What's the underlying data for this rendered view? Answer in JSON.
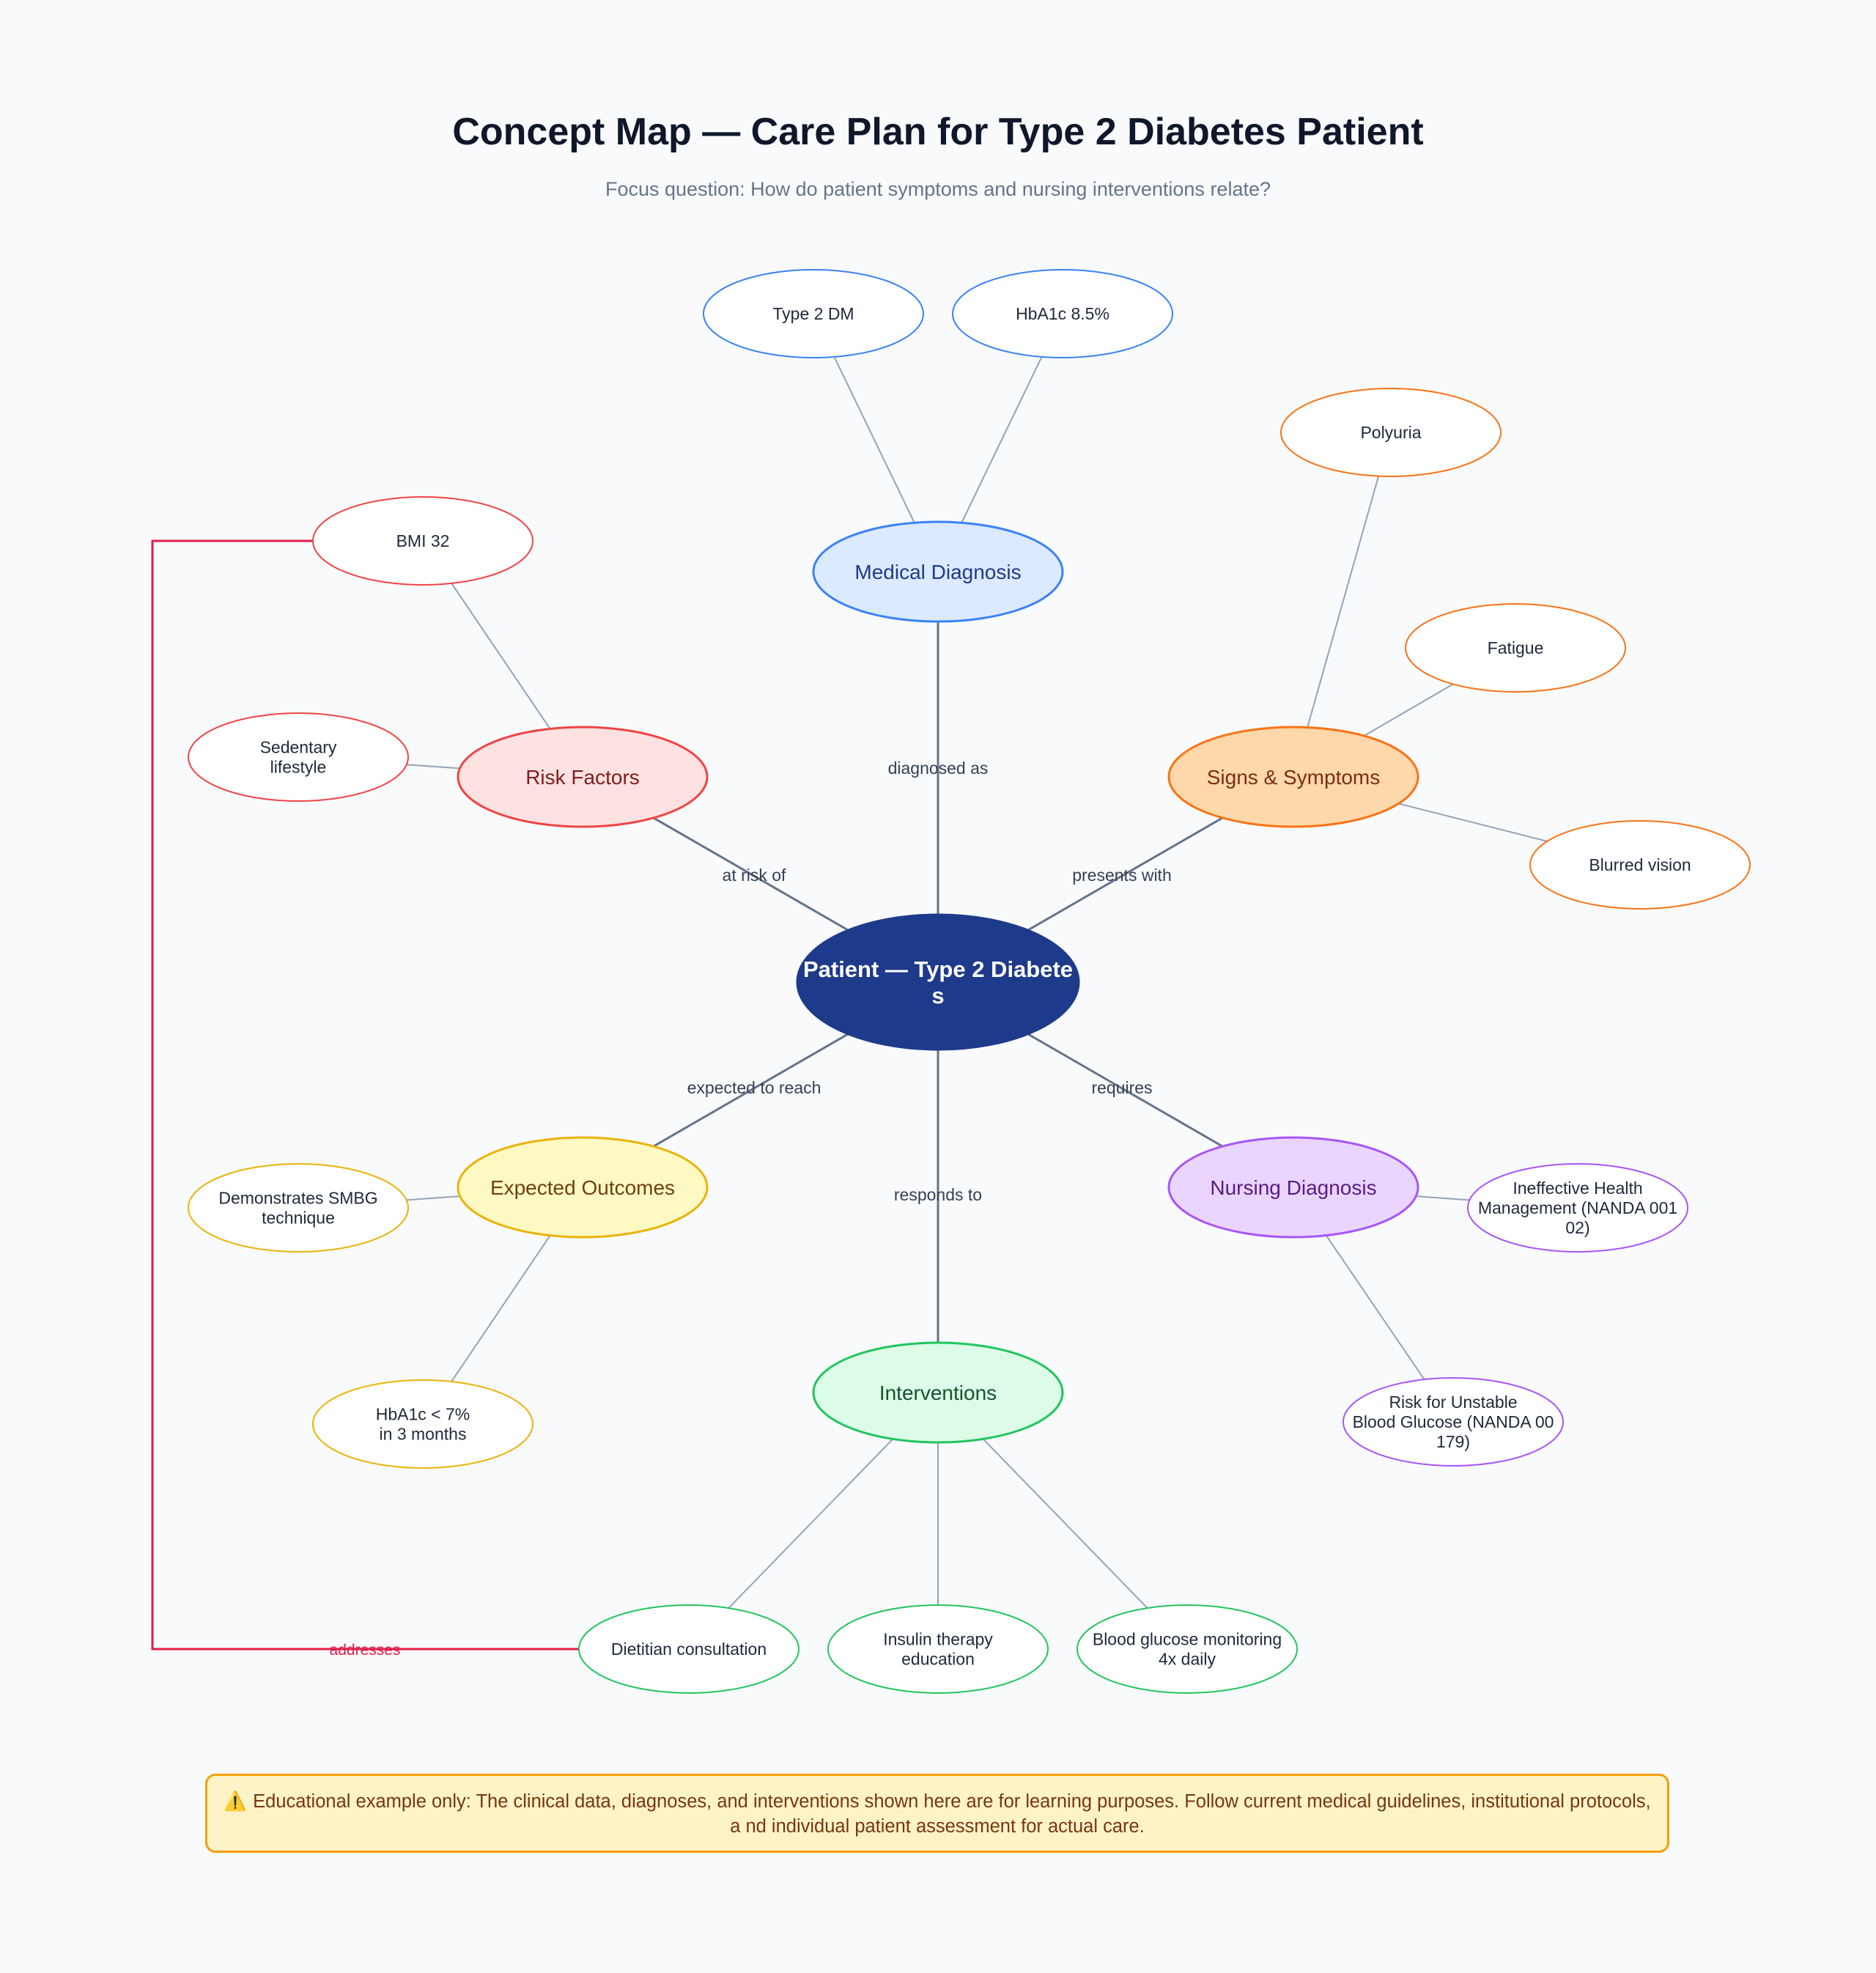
{
  "title": "Concept Map — Care Plan for Type 2 Diabetes Patient",
  "subtitle": "Focus question: How do patient symptoms and nursing interventions relate?",
  "center": {
    "label_lines": [
      "Patient — Type 2 Diabete",
      "s"
    ],
    "fill": "#1e3a8a",
    "stroke": "#1e3a8a",
    "text_color": "#ffffff"
  },
  "categories": [
    {
      "id": "medical-diagnosis",
      "label": "Medical Diagnosis",
      "link_label": "diagnosed as",
      "fill": "#dbeafe",
      "stroke": "#3b82f6",
      "text_color": "#1e3a8a",
      "children": [
        [
          "Type 2 DM"
        ],
        [
          "HbA1c 8.5%"
        ]
      ]
    },
    {
      "id": "signs-symptoms",
      "label": "Signs & Symptoms",
      "link_label": "presents with",
      "fill": "#fed7aa",
      "stroke": "#f97316",
      "text_color": "#7c2d12",
      "children": [
        [
          "Polyuria"
        ],
        [
          "Fatigue"
        ],
        [
          "Blurred vision"
        ]
      ]
    },
    {
      "id": "nursing-diagnosis",
      "label": "Nursing Diagnosis",
      "link_label": "requires",
      "fill": "#e9d5ff",
      "stroke": "#a855f7",
      "text_color": "#581c87",
      "children": [
        [
          "Ineffective Health",
          "Management (NANDA 001",
          "02)"
        ],
        [
          "Risk for Unstable",
          "Blood Glucose (NANDA 00",
          "179)"
        ]
      ]
    },
    {
      "id": "interventions",
      "label": "Interventions",
      "link_label": "responds to",
      "fill": "#dcfce7",
      "stroke": "#22c55e",
      "text_color": "#14532d",
      "children": [
        [
          "Dietitian consultation"
        ],
        [
          "Insulin therapy",
          "education"
        ],
        [
          "Blood glucose monitoring",
          "4x daily"
        ]
      ]
    },
    {
      "id": "expected-outcomes",
      "label": "Expected Outcomes",
      "link_label": "expected to reach",
      "fill": "#fef9c3",
      "stroke": "#eab308",
      "text_color": "#713f12",
      "children": [
        [
          "Demonstrates SMBG",
          "technique"
        ],
        [
          "HbA1c < 7%",
          "in 3 months"
        ]
      ]
    },
    {
      "id": "risk-factors",
      "label": "Risk Factors",
      "link_label": "at risk of",
      "fill": "#fee2e2",
      "stroke": "#ef4444",
      "text_color": "#7f1d1d",
      "children": [
        [
          "BMI 32"
        ],
        [
          "Sedentary",
          "lifestyle"
        ]
      ]
    }
  ],
  "cross_link": {
    "label": "addresses",
    "from": "Dietitian consultation",
    "to": "BMI 32",
    "color": "#e11d48"
  },
  "disclaimer": {
    "icon": "⚠️",
    "text": "Educational example only: The clinical data, diagnoses, and interventions shown here are for learning purposes. Follow current medical guidelines, institutional protocols, a nd individual patient assessment for actual care."
  }
}
